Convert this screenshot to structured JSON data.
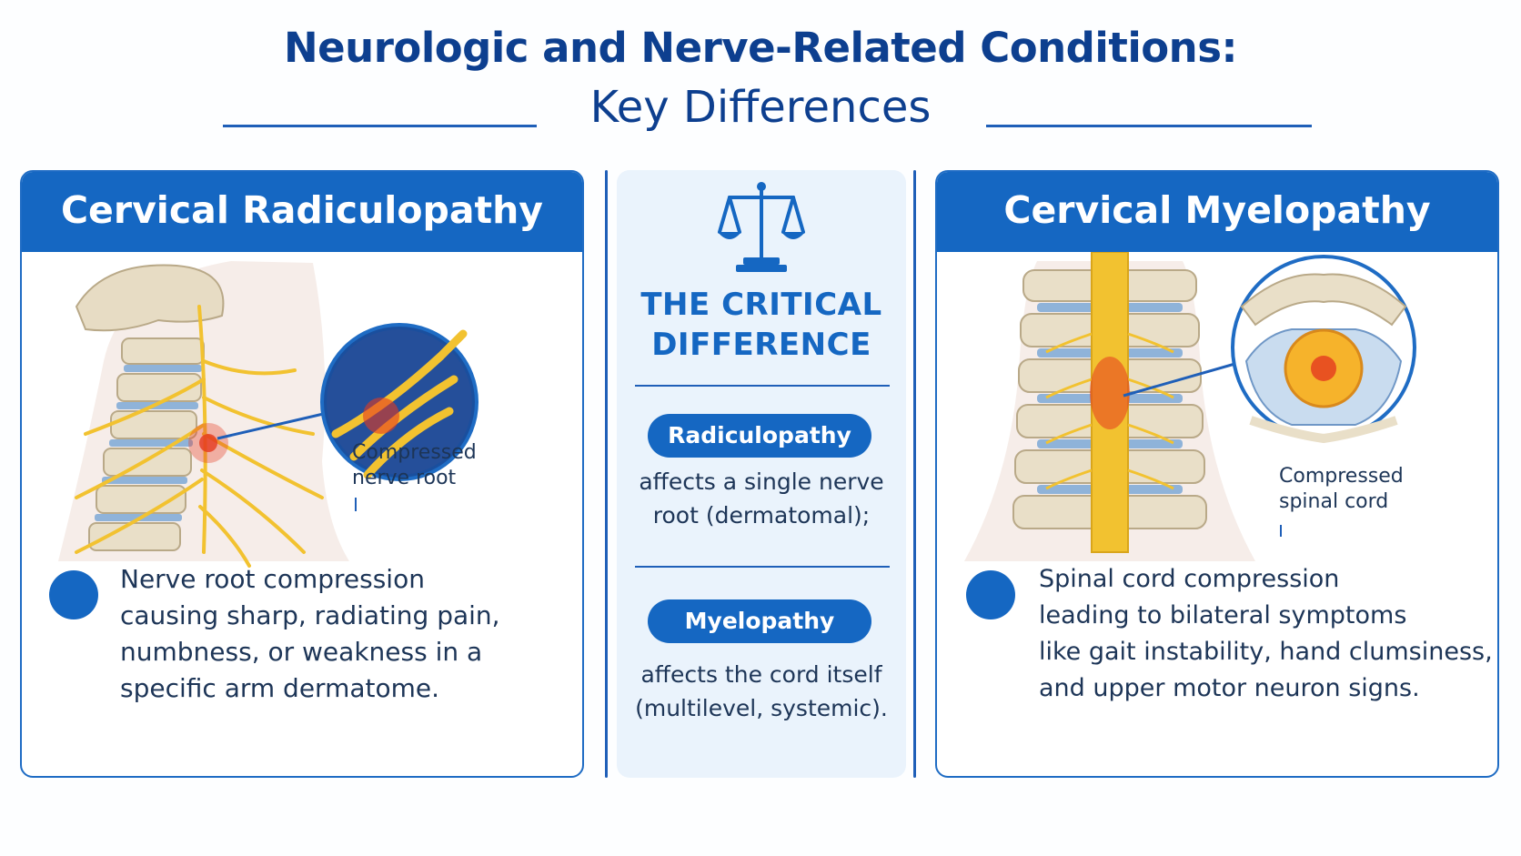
{
  "header": {
    "title": "Neurologic and Nerve-Related Conditions:",
    "subtitle": "Key Differences"
  },
  "left_panel": {
    "title": "Cervical Radiculopathy",
    "callout": [
      "Compressed",
      "nerve root"
    ],
    "description": [
      "Nerve root compression",
      "causing sharp, radiating pain,",
      "numbness, or weakness in a",
      "specific arm dermatome."
    ]
  },
  "center_panel": {
    "icon": "scales-icon",
    "heading": [
      "THE CRITICAL",
      "DIFFERENCE"
    ],
    "radiculopathy": {
      "label": "Radiculopathy",
      "text": [
        "affects a single nerve",
        "root (dermatomal);"
      ]
    },
    "myelopathy": {
      "label": "Myelopathy",
      "text": [
        "affects the cord itself",
        "(multilevel, systemic)."
      ]
    }
  },
  "right_panel": {
    "title": "Cervical Myelopathy",
    "callout": [
      "Compressed",
      "spinal cord"
    ],
    "description": [
      "Spinal cord compression",
      "leading to bilateral symptoms",
      "like gait instability, hand clumsiness,",
      "and upper motor neuron signs."
    ]
  },
  "colors": {
    "primary": "#1567c2",
    "heading": "#0d3f8f",
    "center_bg": "#eaf3fc",
    "nerve": "#f2c230",
    "bone": "#e9dfc8",
    "disc": "#8fb3d9",
    "inflammation": "#e53a1f"
  }
}
